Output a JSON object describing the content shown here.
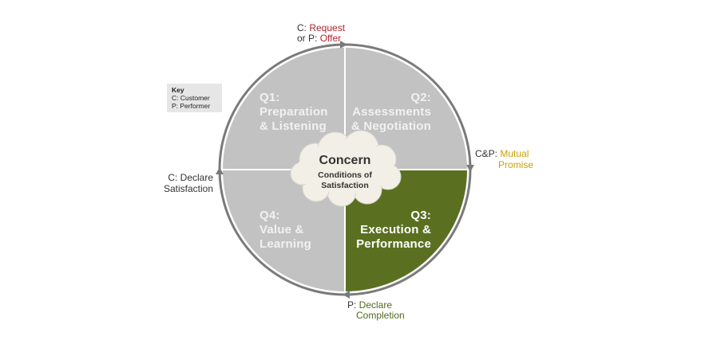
{
  "cycle": {
    "top": {
      "prefix1": "C: ",
      "action1": "Request",
      "prefix2": "or P: ",
      "action2": "Offer"
    },
    "right": {
      "prefix": "C&P: ",
      "line1": "Mutual",
      "line2": "Promise"
    },
    "bottom": {
      "prefix": "P: ",
      "line1": "Declare",
      "line2": "Completion"
    },
    "left": {
      "line1": "C: Declare",
      "line2": "Satisfaction"
    }
  },
  "quadrants": {
    "q1": {
      "line1": "Q1:",
      "line2": "Preparation",
      "line3": "& Listening"
    },
    "q2": {
      "line1": "Q2:",
      "line2": "Assessments",
      "line3": "& Negotiation"
    },
    "q3": {
      "line1": "Q3:",
      "line2": "Execution &",
      "line3": "Performance"
    },
    "q4": {
      "line1": "Q4:",
      "line2": "Value &",
      "line3": "Learning"
    }
  },
  "center": {
    "title": "Concern",
    "line1": "Conditions of",
    "line2": "Satisfaction"
  },
  "key": {
    "title": "Key",
    "c": "C: Customer",
    "p": "P: Performer"
  },
  "colors": {
    "quadrant_gray": "#c2c2c2",
    "highlight_green": "#5a7020",
    "ring": "#7a7a7a",
    "cloud": "#f2f0e6",
    "request_red": "#b0262c",
    "promise_gold": "#c9a100",
    "completion_green": "#4f6a1e"
  }
}
